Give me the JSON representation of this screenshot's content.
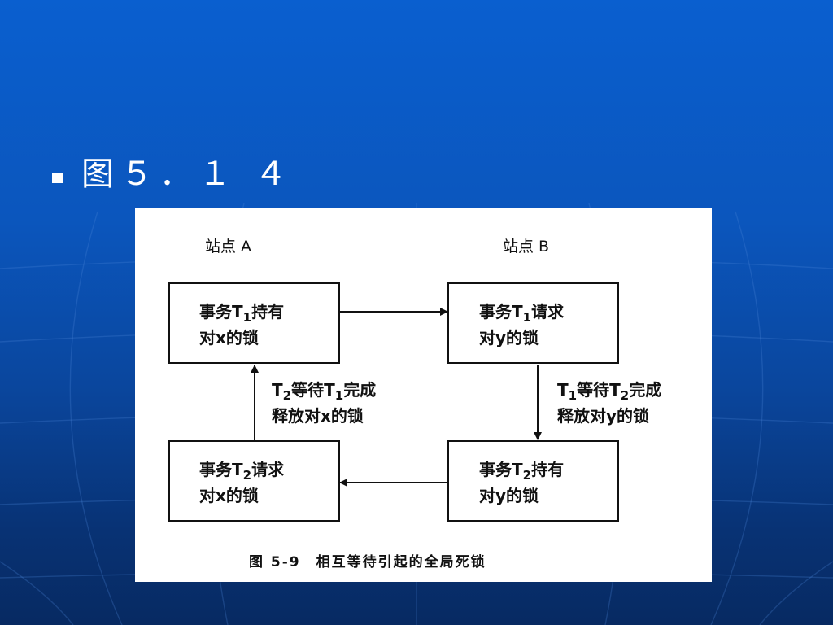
{
  "slide": {
    "title": "图５．１ ４"
  },
  "figure": {
    "site_a": "站点 A",
    "site_b": "站点 B",
    "boxes": {
      "t1_hold": {
        "line1_pre": "事务T",
        "line1_sub": "1",
        "line1_post": "持有",
        "line2": "对x的锁"
      },
      "t1_request": {
        "line1_pre": "事务T",
        "line1_sub": "1",
        "line1_post": "请求",
        "line2": "对y的锁"
      },
      "t2_request": {
        "line1_pre": "事务T",
        "line1_sub": "2",
        "line1_post": "请求",
        "line2": "对x的锁"
      },
      "t2_hold": {
        "line1_pre": "事务T",
        "line1_sub": "2",
        "line1_post": "持有",
        "line2": "对y的锁"
      }
    },
    "edges": {
      "t2_waits_t1": {
        "line1_pre": "T",
        "line1_sub_a": "2",
        "line1_mid": "等待T",
        "line1_sub_b": "1",
        "line1_post": "完成",
        "line2": "释放对x的锁"
      },
      "t1_waits_t2": {
        "line1_pre": "T",
        "line1_sub_a": "1",
        "line1_mid": "等待T",
        "line1_sub_b": "2",
        "line1_post": "完成",
        "line2": "释放对y的锁"
      }
    },
    "caption": "图 5-9　相互等待引起的全局死锁"
  },
  "colors": {
    "background_top": "#0a5fcf",
    "background_bottom": "#072a62",
    "ink": "#111111"
  }
}
